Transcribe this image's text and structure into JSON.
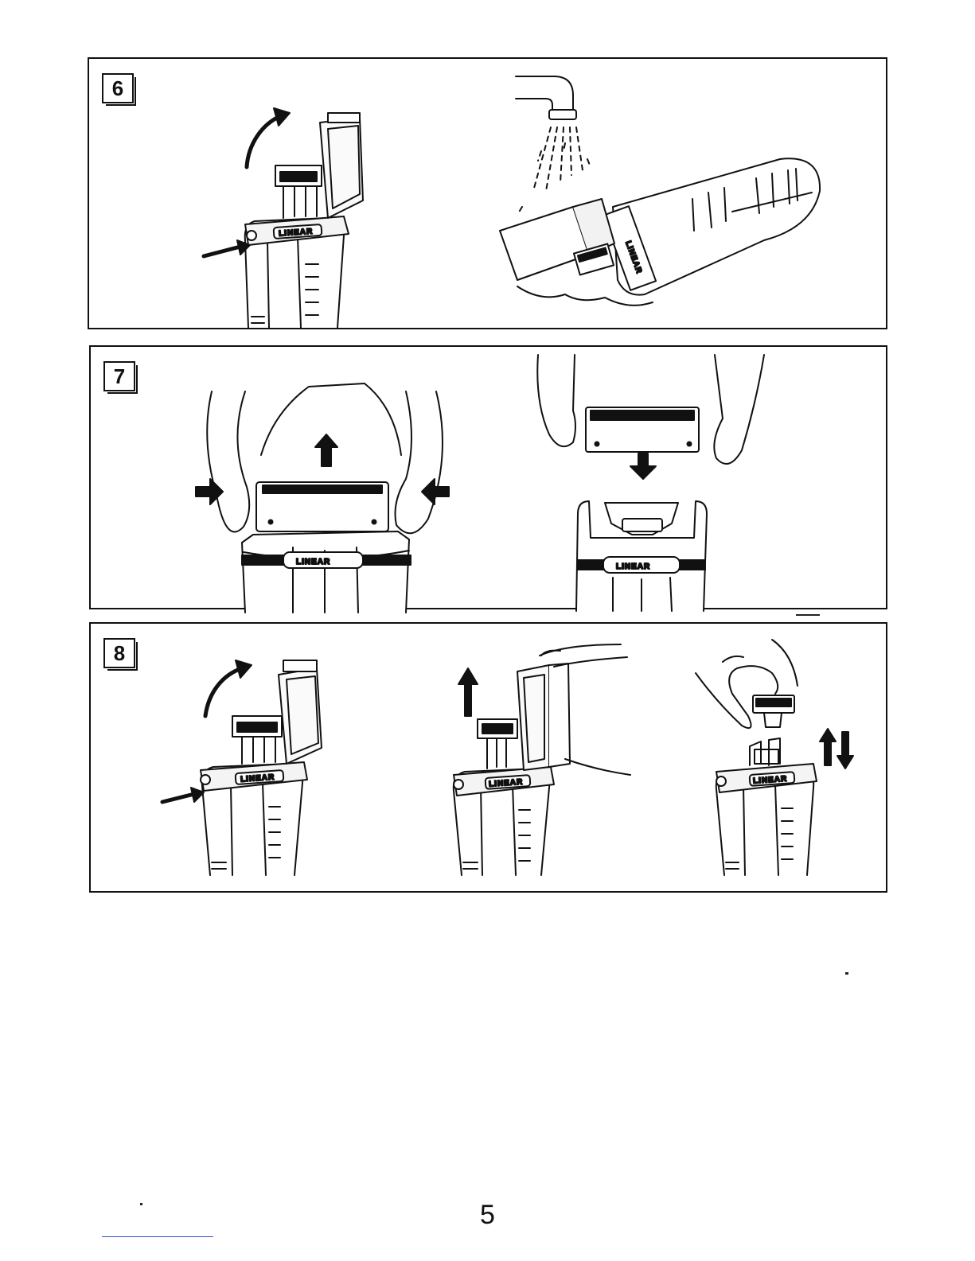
{
  "panels": [
    {
      "step": "6",
      "figures": [
        {
          "logo": "LINEAR"
        },
        {
          "logo": "LINEAR"
        }
      ]
    },
    {
      "step": "7",
      "figures": [
        {
          "logo": "LINEAR"
        },
        {
          "logo": "LINEAR"
        }
      ]
    },
    {
      "step": "8",
      "figures": [
        {
          "logo": "LINEAR"
        },
        {
          "logo": "LINEAR"
        },
        {
          "logo": "LINEAR"
        }
      ]
    }
  ],
  "page_number": "5"
}
